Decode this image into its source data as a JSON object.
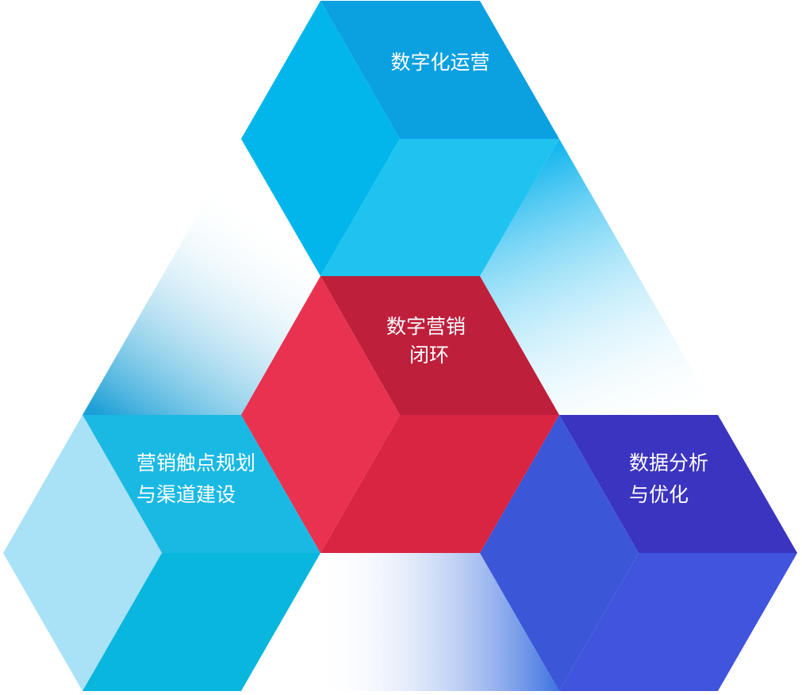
{
  "diagram": {
    "center": {
      "lines": [
        "数字营销",
        "闭环"
      ],
      "colors": {
        "top": "#be1f3b",
        "left": "#e83250",
        "right": "#d92541"
      }
    },
    "top": {
      "lines": [
        "数字化运营"
      ],
      "colors": {
        "top": "#0ba0e0",
        "left": "#00b6ea",
        "right": "#1fc3f0"
      }
    },
    "left": {
      "lines": [
        "营销触点规划",
        "与渠道建设"
      ],
      "colors": {
        "top": "#1ab9e4",
        "left": "#a9e2f6",
        "right": "#08b6de"
      }
    },
    "right": {
      "lines": [
        "数据分析",
        "与优化"
      ],
      "colors": {
        "top": "#3b34c0",
        "left": "#3c56d8",
        "right": "#4054dd"
      }
    },
    "connector_colors": {
      "top_right": "#14b6ee",
      "top_left": "#1b9fd6",
      "bottom": "#3d72e0"
    }
  }
}
